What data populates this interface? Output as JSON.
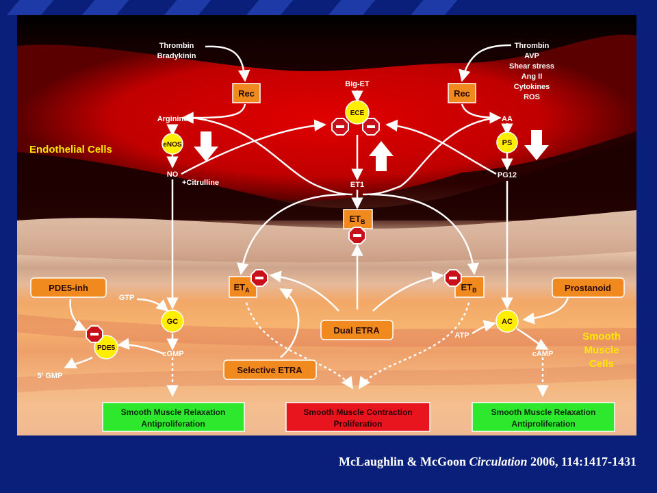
{
  "zones": {
    "endothelial": "Endothelial Cells",
    "smooth_muscle": [
      "Smooth",
      "Muscle",
      "Cells"
    ]
  },
  "inputs": {
    "left": [
      "Thrombin",
      "Bradykinin"
    ],
    "right": [
      "Thrombin",
      "AVP",
      "Shear stress",
      "Ang II",
      "Cytokines",
      "ROS"
    ],
    "big_et": "Big-ET"
  },
  "boxes": {
    "rec_left": "Rec",
    "rec_right": "Rec",
    "eta_main": "ET",
    "eta_sub": "A",
    "etb_main": "ET",
    "etb_sub": "B",
    "etb_top_main": "ET",
    "etb_top_sub": "B",
    "pde5_inh": "PDE5-inh",
    "prostanoid": "Prostanoid",
    "dual_etra": "Dual ETRA",
    "selective_etra": "Selective ETRA"
  },
  "enzymes": {
    "enos": "eNOS",
    "ece": "ECE",
    "ps": "PS",
    "gc": "GC",
    "ac": "AC",
    "pde5": "PDE5"
  },
  "labels": {
    "arginine": "Arginine",
    "no": "NO",
    "citrulline": "+Citrulline",
    "et1": "ET1",
    "aa": "AA",
    "pg12": "PG12",
    "gtp": "GTP",
    "cgmp": "cGMP",
    "gmp5": "5' GMP",
    "atp": "ATP",
    "camp": "cAMP"
  },
  "outcomes": {
    "left": [
      "Smooth Muscle Relaxation",
      "Antiproliferation"
    ],
    "center": [
      "Smooth Muscle Contraction",
      "Proliferation"
    ],
    "right": [
      "Smooth Muscle Relaxation",
      "Antiproliferation"
    ]
  },
  "citation": {
    "authors": "McLaughlin & McGoon ",
    "journal": "Circulation",
    "ref": " 2006, 114:1417-1431"
  },
  "colors": {
    "box_orange": "#f08a1e",
    "enzyme_yellow": "#ffee00",
    "outcome_green": "#2ee82e",
    "outcome_red": "#e8141e",
    "inhibitor_red": "#c8101a",
    "smooth_label": "#ffe800"
  }
}
